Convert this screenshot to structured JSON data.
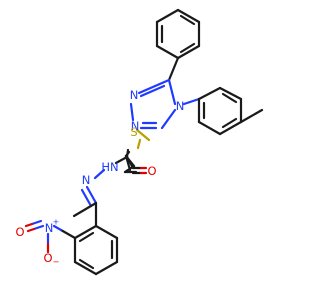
{
  "colors": {
    "carbon": "#1a1a1a",
    "nitrogen": "#1f3bff",
    "oxygen": "#e00000",
    "sulfur": "#b8a000",
    "background": "#ffffff"
  },
  "atoms": {
    "triazole_n1": "N",
    "triazole_n2": "N",
    "triazole_n4": "N",
    "sulfur": "S",
    "carbonyl_o": "O",
    "amide_nh": "HN",
    "hydrazone_n": "N",
    "nitro_n": "N",
    "nitro_n_charge": "+",
    "nitro_o_double": "O",
    "nitro_o_single": "O",
    "nitro_o_charge": "−"
  }
}
